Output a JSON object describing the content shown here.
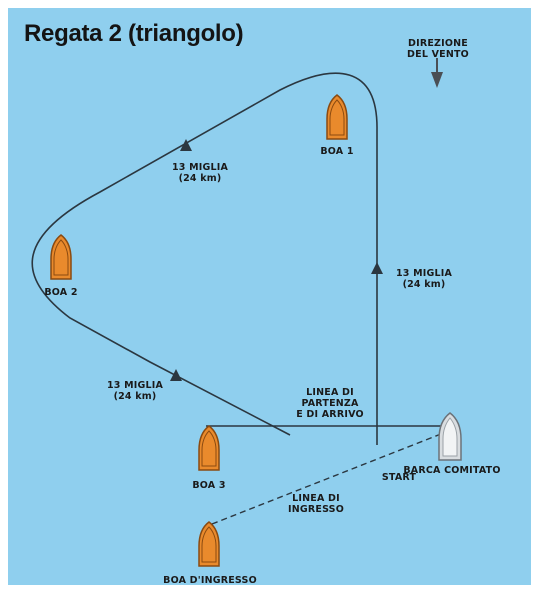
{
  "title": "Regata 2 (triangolo)",
  "colors": {
    "water": "#8fcfee",
    "course_line": "#2b3740",
    "entry_line": "#2b3740",
    "buoy_fill": "#e98a2c",
    "buoy_stroke": "#8a4a10",
    "committee_boat_fill": "#d9dde0"
  },
  "icons": {
    "buoy": "buoy-icon",
    "committee_boat": "committee-boat-icon",
    "wind_arrow": "wind-arrow-icon",
    "direction_marker": "triangle-arrow-icon"
  },
  "wind": {
    "label": "DIREZIONE\nDEL VENTO"
  },
  "buoys": {
    "boa1": "BOA 1",
    "boa2": "BOA 2",
    "boa3": "BOA 3",
    "entry": "BOA D'INGRESSO"
  },
  "committee_boat": "BARCA COMITATO",
  "legs": {
    "upwind": "13 MIGLIA\n(24 km)",
    "top": "13 MIGLIA\n(24 km)",
    "bottom": "13 MIGLIA\n(24 km)"
  },
  "start_finish_line": "LINEA DI\nPARTENZA\nE DI ARRIVO",
  "start": "START",
  "entry_line": "LINEA DI\nINGRESSO"
}
